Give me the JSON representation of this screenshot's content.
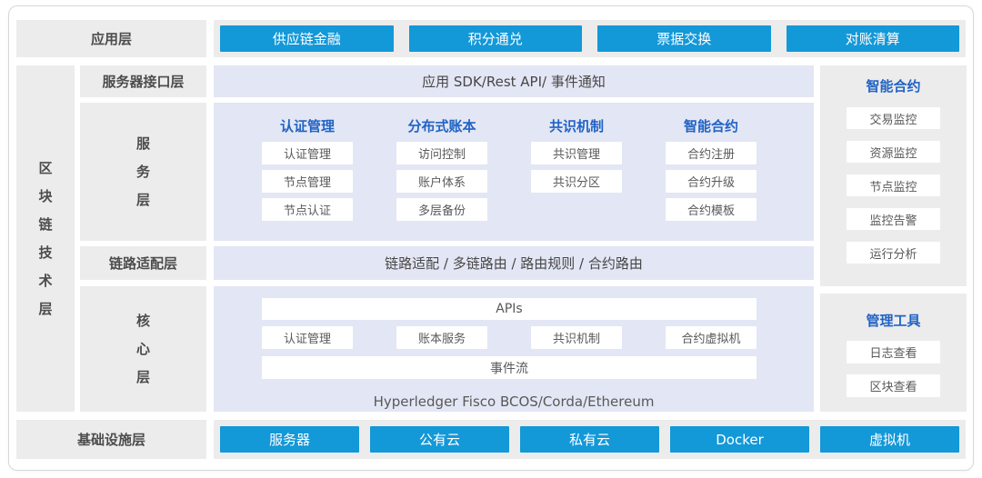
{
  "colors": {
    "accent_blue": "#1398d8",
    "header_blue": "#2163c5",
    "lavender": "#e3e6f4",
    "panel_gray": "#ececec"
  },
  "app_layer": {
    "label": "应用层",
    "buttons": [
      "供应链金融",
      "积分通兑",
      "票据交换",
      "对账清算"
    ]
  },
  "tech_layer": {
    "label": "区块链技术层"
  },
  "interface_layer": {
    "label": "服务器接口层",
    "content": "应用 SDK/Rest API/ 事件通知"
  },
  "service_layer": {
    "label": "服务层",
    "columns": [
      {
        "header": "认证管理",
        "items": [
          "认证管理",
          "节点管理",
          "节点认证"
        ]
      },
      {
        "header": "分布式账本",
        "items": [
          "访问控制",
          "账户体系",
          "多层备份"
        ]
      },
      {
        "header": "共识机制",
        "items": [
          "共识管理",
          "共识分区"
        ]
      },
      {
        "header": "智能合约",
        "items": [
          "合约注册",
          "合约升级",
          "合约模板"
        ]
      }
    ]
  },
  "link_layer": {
    "label": "链路适配层",
    "content": "链路适配 / 多链路由 / 路由规则 / 合约路由"
  },
  "core_layer": {
    "label": "核心层",
    "apis_bar": "APIs",
    "items": [
      "认证管理",
      "账本服务",
      "共识机制",
      "合约虚拟机"
    ],
    "event_bar": "事件流",
    "platforms": "Hyperledger Fisco BCOS/Corda/Ethereum"
  },
  "monitor_panel": {
    "header": "智能合约",
    "items": [
      "交易监控",
      "资源监控",
      "节点监控",
      "监控告警",
      "运行分析"
    ]
  },
  "tools_panel": {
    "header": "管理工具",
    "items": [
      "日志查看",
      "区块查看"
    ]
  },
  "infra_layer": {
    "label": "基础设施层",
    "buttons": [
      "服务器",
      "公有云",
      "私有云",
      "Docker",
      "虚拟机"
    ]
  }
}
